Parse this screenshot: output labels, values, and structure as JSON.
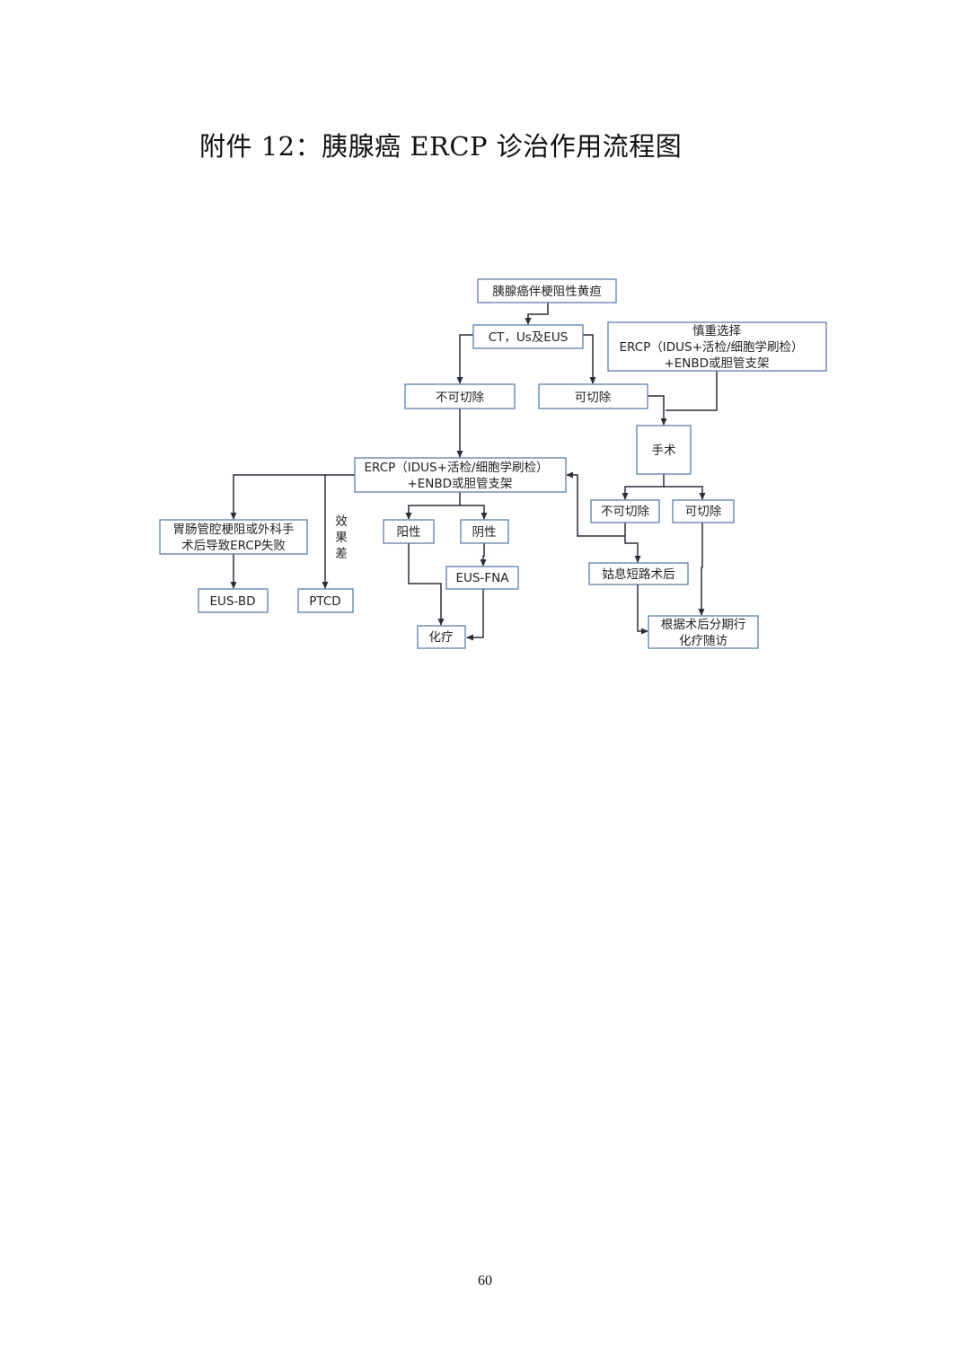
{
  "page": {
    "title": "附件 12：胰腺癌 ERCP 诊治作用流程图",
    "page_number": "60"
  },
  "flowchart": {
    "start": "胰腺癌伴梗阻性黄疸",
    "imaging": "CT，Us及EUS",
    "cautious": {
      "line1": "慎重选择",
      "line2": "ERCP（IDUS+活检/细胞学刷检）",
      "line3": "+ENBD或胆管支架"
    },
    "unresectable": "不可切除",
    "resectable": "可切除",
    "ercp": {
      "line1": "ERCP（IDUS+活检/细胞学刷检）",
      "line2": "+ENBD或胆管支架"
    },
    "surgery": "手术",
    "surgery_unresectable": "不可切除",
    "surgery_resectable": "可切除",
    "failure": {
      "line1": "胃肠管腔梗阻或外科手",
      "line2": "术后导致ERCP失败"
    },
    "poor_effect": [
      "效",
      "果",
      "差"
    ],
    "positive": "阳性",
    "negative": "阴性",
    "eus_fna": "EUS-FNA",
    "palliative": "姑息短路术后",
    "eus_bd": "EUS-BD",
    "ptcd": "PTCD",
    "chemo": "化疗",
    "followup": {
      "line1": "根据术后分期行",
      "line2": "化疗随访"
    }
  }
}
